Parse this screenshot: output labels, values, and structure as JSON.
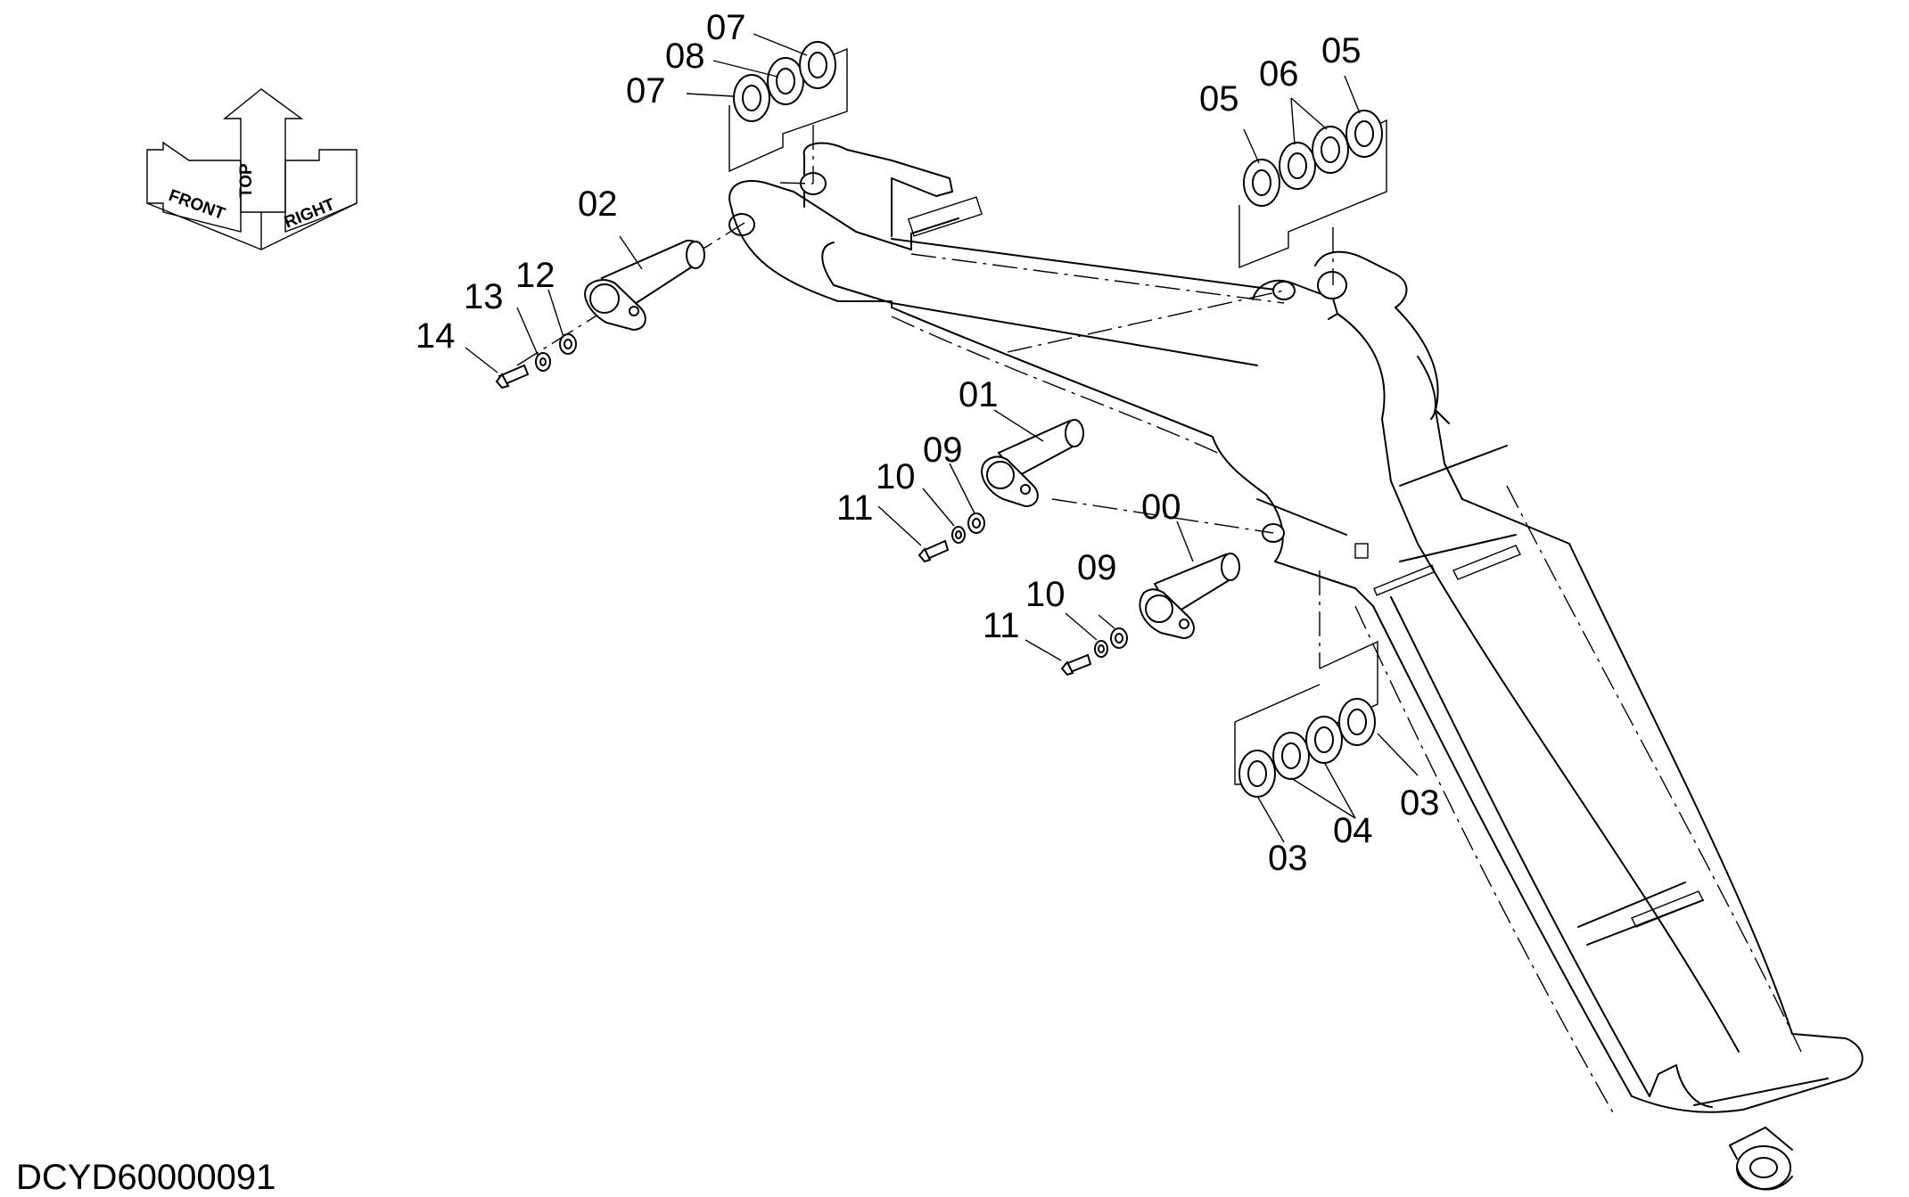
{
  "drawing_code": "DCYD60000091",
  "orientation": {
    "front": "FRONT",
    "top": "TOP",
    "right": "RIGHT"
  },
  "labels": {
    "l00": "00",
    "l01": "01",
    "l02": "02",
    "l03a": "03",
    "l03b": "03",
    "l04": "04",
    "l05a": "05",
    "l05b": "05",
    "l06": "06",
    "l07a": "07",
    "l07b": "07",
    "l08": "08",
    "l09a": "09",
    "l09b": "09",
    "l10a": "10",
    "l10b": "10",
    "l11a": "11",
    "l11b": "11",
    "l12": "12",
    "l13": "13",
    "l14": "14"
  }
}
